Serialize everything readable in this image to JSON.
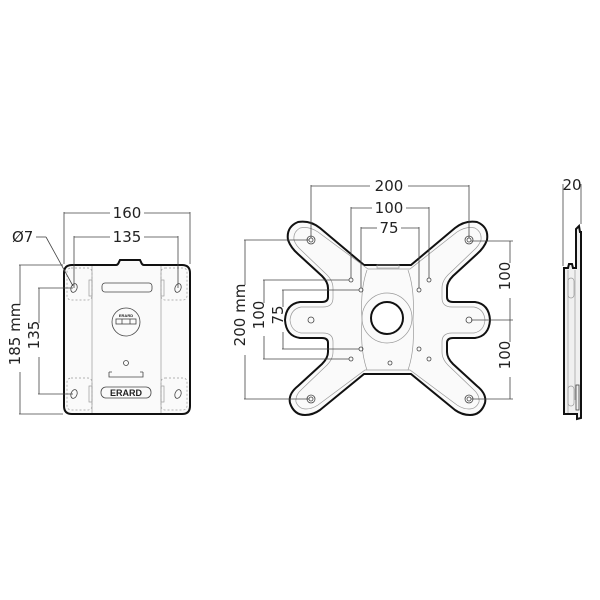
{
  "views": {
    "wall_plate": {
      "width_label": "160",
      "hole_spacing_h_label": "135",
      "hole_diameter_label": "Ø7",
      "height_label": "185 mm",
      "hole_spacing_v_label": "135",
      "brand_label": "ERARD",
      "level_label": "ERARD"
    },
    "vesa_plate": {
      "top_outer_label": "200",
      "top_mid_label": "100",
      "top_inner_label": "75",
      "left_outer_label": "200 mm",
      "left_mid_label": "100",
      "left_inner_label": "75",
      "right_upper_label": "100",
      "right_lower_label": "100"
    },
    "side_view": {
      "depth_label": "20"
    }
  },
  "colors": {
    "line": "#111111",
    "dimension_line": "#444444",
    "background": "#ffffff"
  }
}
